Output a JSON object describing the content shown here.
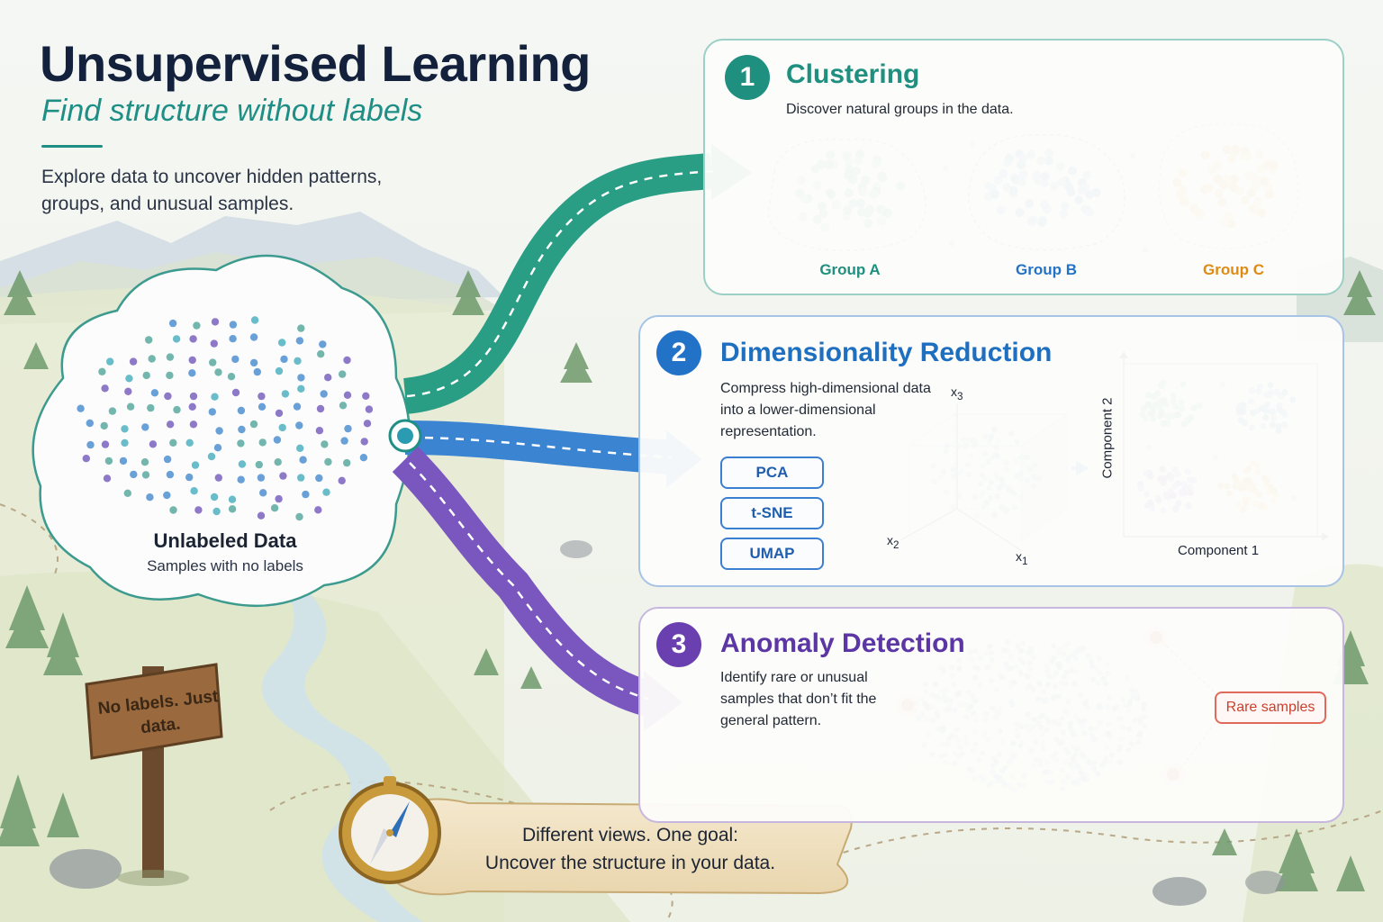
{
  "header": {
    "title": "Unsupervised Learning",
    "subtitle": "Find structure without labels",
    "intro": "Explore data to uncover hidden patterns, groups, and unusual samples."
  },
  "unlabeled": {
    "title": "Unlabeled Data",
    "subtitle": "Samples with no labels"
  },
  "sign": {
    "text": "No labels. Just data."
  },
  "colors": {
    "teal": "#1f8f7f",
    "blue": "#2273c8",
    "purple": "#6a3fb0",
    "orange": "#e08a12",
    "red": "#e0523f"
  },
  "panels": [
    {
      "number": "1",
      "title": "Clustering",
      "description": "Discover natural groups in the data.",
      "groups": [
        "Group A",
        "Group B",
        "Group C"
      ]
    },
    {
      "number": "2",
      "title": "Dimensionality Reduction",
      "description": "Compress high-dimensional data into a lower-dimensional representation.",
      "methods": [
        "PCA",
        "t-SNE",
        "UMAP"
      ],
      "axes_3d": [
        "x3",
        "x2",
        "x1"
      ],
      "axis_x": "Component 1",
      "axis_y": "Component 2"
    },
    {
      "number": "3",
      "title": "Anomaly Detection",
      "description": "Identify rare or unusual samples that don’t fit the general pattern.",
      "callout": "Rare samples"
    }
  ],
  "banner": {
    "line1": "Different views. One goal:",
    "line2": "Uncover the structure in your data."
  },
  "icons": [
    "compass-icon",
    "signpost-icon",
    "mountains-icon",
    "tree-icon",
    "river-icon"
  ]
}
